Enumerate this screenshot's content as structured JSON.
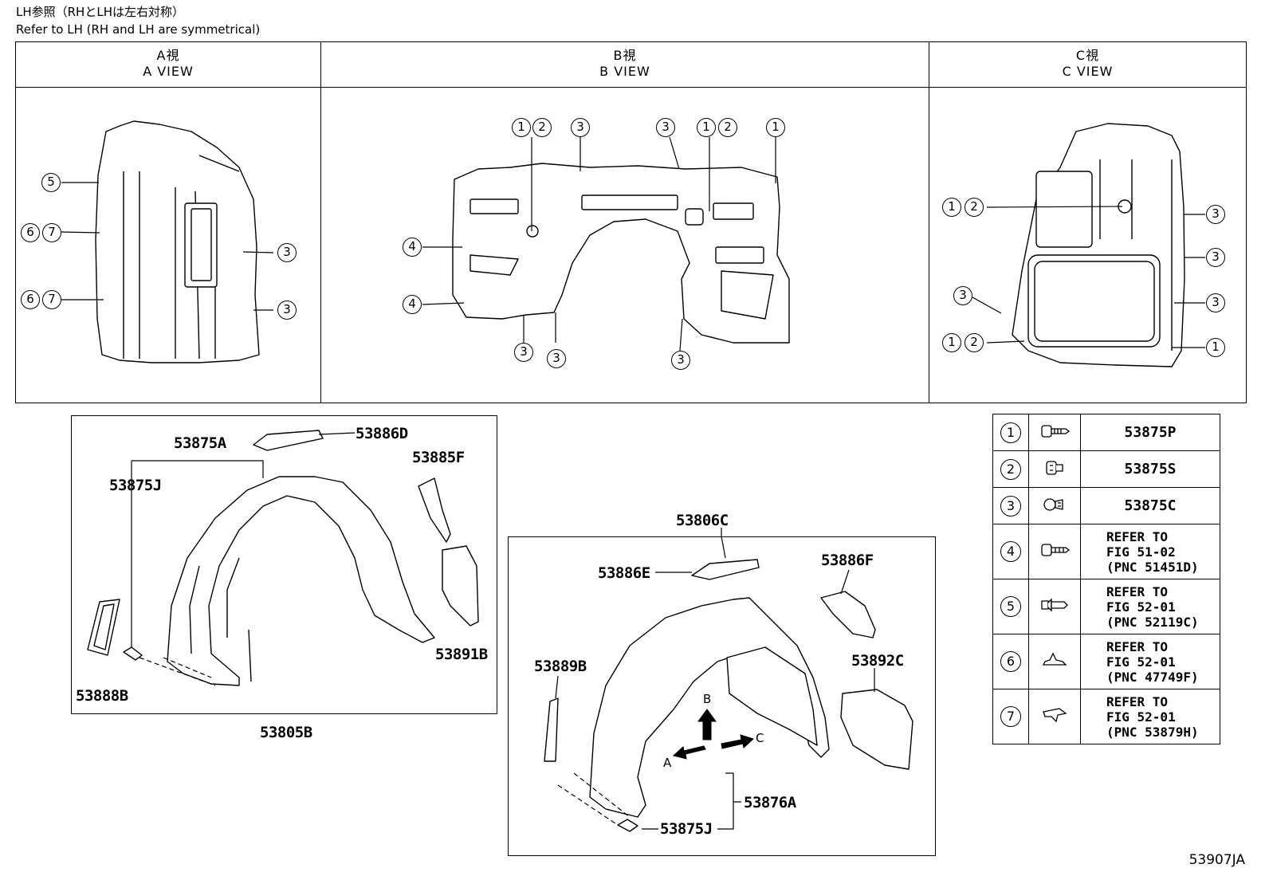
{
  "header": {
    "line1": "LH参照（RHとLHは左右対称）",
    "line2": "Refer to LH (RH and LH are symmetrical)"
  },
  "views": [
    {
      "jp": "A視",
      "en": "A VIEW"
    },
    {
      "jp": "B視",
      "en": "B VIEW"
    },
    {
      "jp": "C視",
      "en": "C VIEW"
    }
  ],
  "callouts": [
    "1",
    "2",
    "3",
    "4",
    "5",
    "6",
    "7"
  ],
  "panels": {
    "left": {
      "code": "53805B",
      "parts": [
        "53875A",
        "53886D",
        "53875J",
        "53885F",
        "53891B",
        "53888B"
      ]
    },
    "right": {
      "code": "53806C",
      "parts": [
        "53886E",
        "53886F",
        "53889B",
        "53892C",
        "53876A",
        "53875J"
      ],
      "arrows": [
        "B",
        "A",
        "C"
      ]
    }
  },
  "legend": [
    {
      "n": "1",
      "icon": "bolt-icon",
      "text": [
        "53875P"
      ]
    },
    {
      "n": "2",
      "icon": "nut-icon",
      "text": [
        "53875S"
      ]
    },
    {
      "n": "3",
      "icon": "clip-icon",
      "text": [
        "53875C"
      ]
    },
    {
      "n": "4",
      "icon": "screw-icon",
      "text": [
        "REFER TO",
        "FIG 51-02",
        "(PNC 51451D)"
      ]
    },
    {
      "n": "5",
      "icon": "rivet-icon",
      "text": [
        "REFER TO",
        "FIG 52-01",
        "(PNC 52119C)"
      ]
    },
    {
      "n": "6",
      "icon": "push-clip-icon",
      "text": [
        "REFER TO",
        "FIG 52-01",
        "(PNC 47749F)"
      ]
    },
    {
      "n": "7",
      "icon": "retainer-icon",
      "text": [
        "REFER TO",
        "FIG 52-01",
        "(PNC 53879H)"
      ]
    }
  ],
  "doc_code": "53907JA"
}
